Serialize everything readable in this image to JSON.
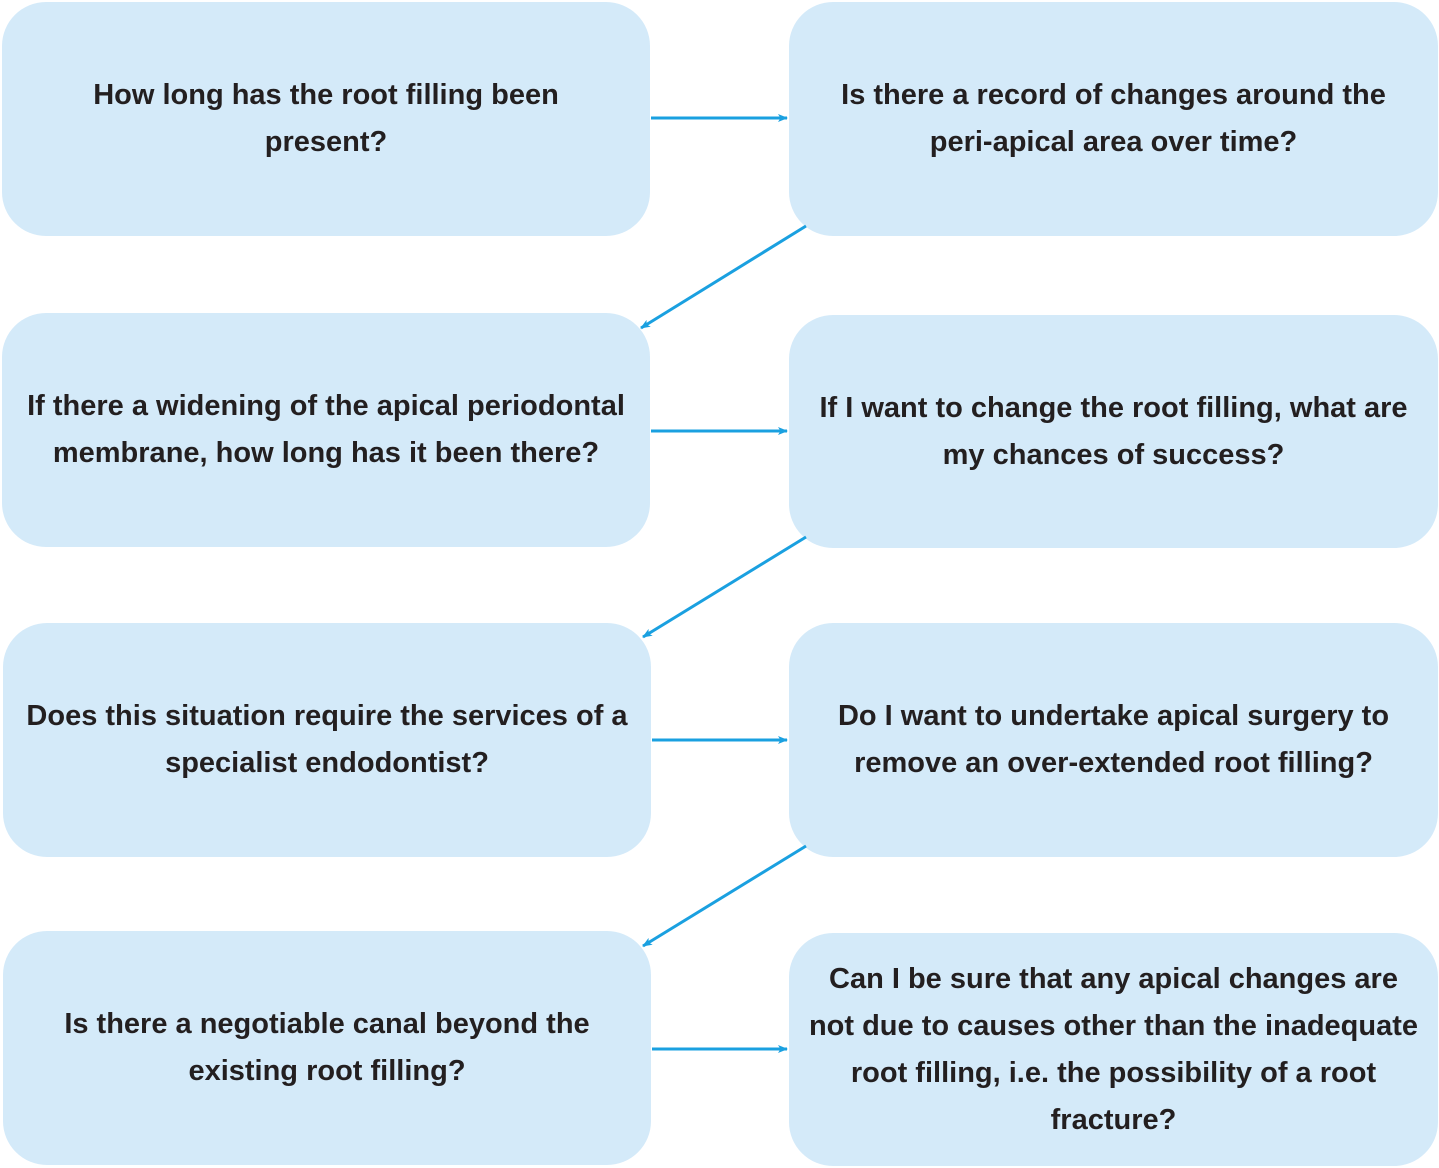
{
  "flowchart": {
    "boxes": [
      {
        "text": "How long has the root filling been present?"
      },
      {
        "text": "Is there a record of changes around the peri-apical area over time?"
      },
      {
        "text": "If there a widening of the apical periodontal membrane, how long has it been there?"
      },
      {
        "text": "If I want to change the root filling, what are my chances of success?"
      },
      {
        "text": "Does this situation require the services of a specialist endodontist?"
      },
      {
        "text": "Do I want to undertake apical surgery to remove an over-extended root filling?"
      },
      {
        "text": "Is there a negotiable canal beyond the existing root filling?"
      },
      {
        "text": "Can I be sure that any apical changes are not due to causes other than the inadequate root filling, i.e. the possibility of a root fracture?"
      }
    ],
    "colors": {
      "box_fill": "#d4eaf9",
      "arrow": "#1aa0e0",
      "text": "#231f20"
    }
  }
}
